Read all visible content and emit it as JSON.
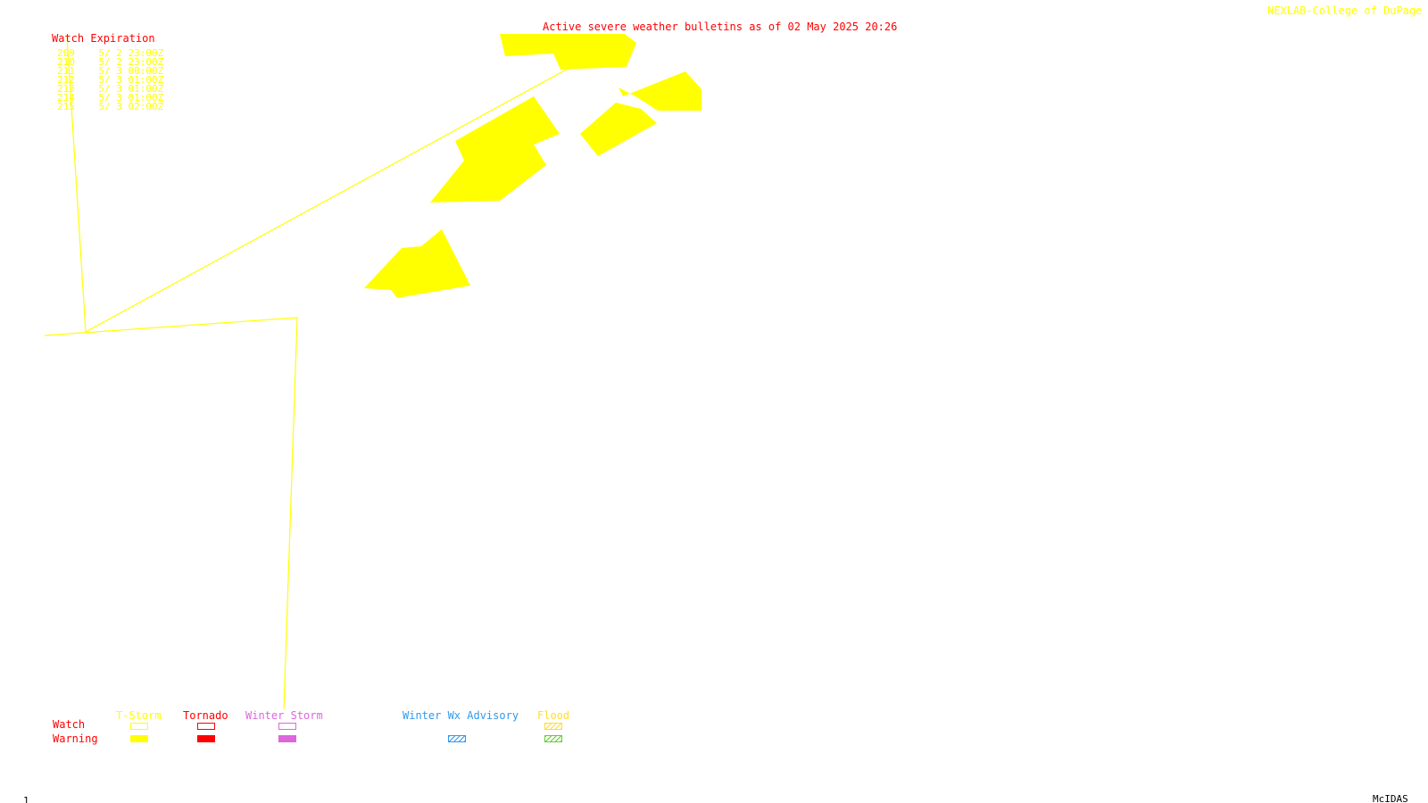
{
  "header": {
    "bulletin_title": "Active severe weather bulletins as of 02 May 2025 20:26",
    "source_credit": "NEXLAB-College of DuPage R"
  },
  "watch_expiration": {
    "title": "Watch Expiration",
    "rows": [
      {
        "id": "209",
        "expires": "5/ 2 23:00Z"
      },
      {
        "id": "210",
        "expires": "5/ 2 23:00Z"
      },
      {
        "id": "211",
        "expires": "5/ 3 00:00Z"
      },
      {
        "id": "212",
        "expires": "5/ 3 01:00Z"
      },
      {
        "id": "213",
        "expires": "5/ 3 01:00Z"
      },
      {
        "id": "214",
        "expires": "5/ 3 01:00Z"
      },
      {
        "id": "215",
        "expires": "5/ 3 02:00Z"
      }
    ]
  },
  "legend": {
    "row_labels": {
      "watch": "Watch",
      "warning": "Warning"
    },
    "columns": [
      {
        "label": "T-Storm",
        "color": "#ffff00",
        "watch_style": "outline",
        "warning_style": "solid"
      },
      {
        "label": "Tornado",
        "color": "#ff0000",
        "watch_style": "outline",
        "warning_style": "solid"
      },
      {
        "label": "Winter Storm",
        "color": "#dd66dd",
        "watch_style": "outline",
        "warning_style": "solid"
      },
      {
        "label": "Winter Wx Advisory",
        "color": "#3399ee",
        "watch_style": "none",
        "warning_style": "hatched"
      },
      {
        "label": "Flood",
        "color": "#ffdd33",
        "color_warning": "#66cc33",
        "watch_style": "hatched",
        "warning_style": "hatched"
      }
    ]
  },
  "footer": {
    "frame_number": "1",
    "software": "McIDAS"
  },
  "map": {
    "warning_fill_color": "#ffff00",
    "watch_outline_color": "#ffff00",
    "warning_count": 6,
    "watch_outline_count": 2
  },
  "colors": {
    "title_red": "#ff0000",
    "storm_yellow": "#ffff00",
    "background": "#ffffff"
  }
}
